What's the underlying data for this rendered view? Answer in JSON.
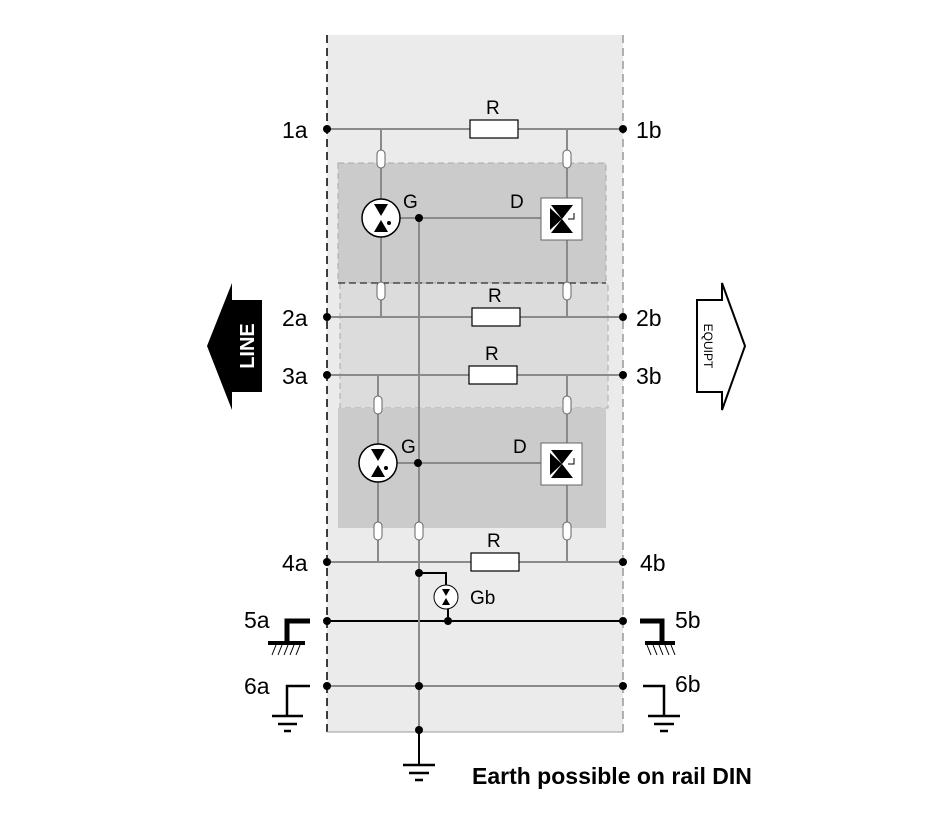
{
  "terminals": {
    "left": [
      "1a",
      "2a",
      "3a",
      "4a",
      "5a",
      "6a"
    ],
    "right": [
      "1b",
      "2b",
      "3b",
      "4b",
      "5b",
      "6b"
    ]
  },
  "components": {
    "resistor": "R",
    "gas_tube": "G",
    "diode": "D",
    "gas_tube_b": "Gb"
  },
  "arrows": {
    "left": "LINE",
    "right": "EQUIPT"
  },
  "caption": "Earth possible on rail DIN"
}
